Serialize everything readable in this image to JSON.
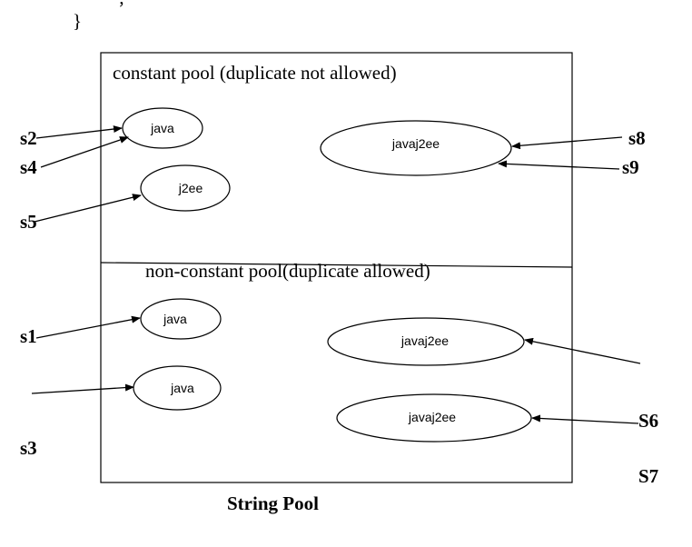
{
  "top_fragment": {
    "semicolon": ";",
    "brace": "}"
  },
  "constant_pool": {
    "label": "constant pool (duplicate not allowed)",
    "objects": [
      "java",
      "j2ee",
      "javaj2ee"
    ]
  },
  "non_constant_pool": {
    "label": "non-constant pool(duplicate allowed)",
    "objects": [
      "java",
      "java",
      "javaj2ee",
      "javaj2ee"
    ]
  },
  "references": [
    "s2",
    "s4",
    "s5",
    "s8",
    "s9",
    "s1",
    "s3",
    "S6",
    "S7"
  ],
  "caption": "String Pool"
}
